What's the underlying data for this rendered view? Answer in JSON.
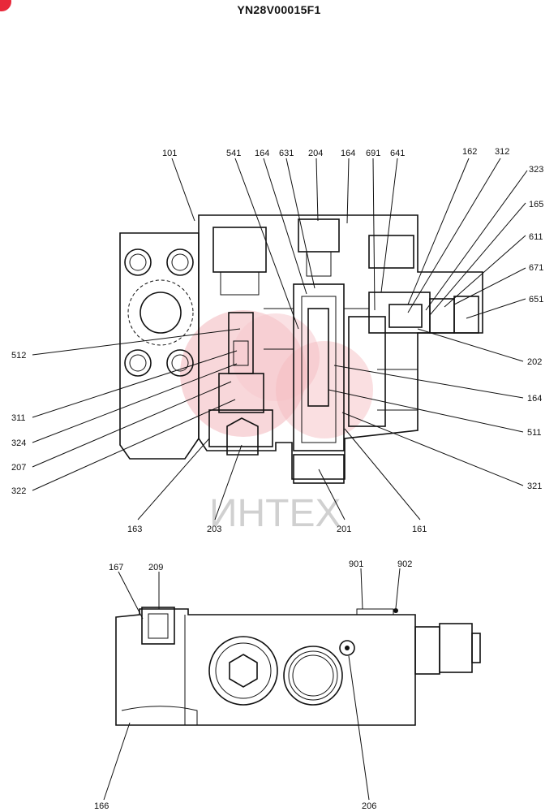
{
  "title": "YN28V00015F1",
  "watermark": "ИНТЕХ",
  "colors": {
    "line": "#111111",
    "watermark_gray": "#d0d0d0",
    "watermark_red": "#f3b7bc",
    "logo_red": "#e8283a"
  },
  "upper_view": {
    "top_labels": [
      "101",
      "541",
      "164",
      "631",
      "204",
      "164",
      "691",
      "641",
      "162",
      "312"
    ],
    "right_labels": [
      "323",
      "165",
      "611",
      "671",
      "651",
      "202",
      "164",
      "511",
      "321"
    ],
    "left_labels": [
      "512",
      "311",
      "324",
      "207",
      "322"
    ],
    "bottom_labels": [
      "163",
      "203",
      "201",
      "161"
    ]
  },
  "lower_view": {
    "labels": [
      "167",
      "209",
      "901",
      "902",
      "166",
      "206"
    ]
  }
}
